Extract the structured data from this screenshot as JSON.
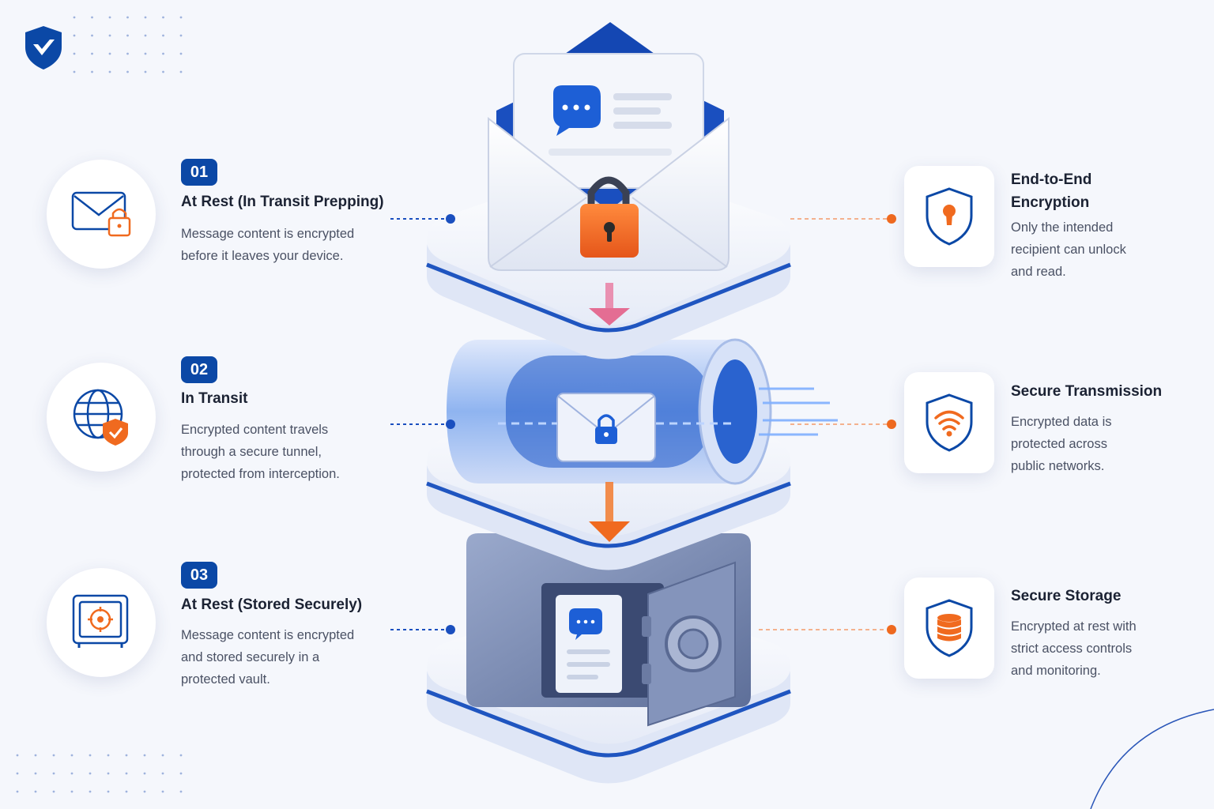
{
  "steps": [
    {
      "number": "01",
      "title": "At Rest (In Transit Prepping)",
      "desc_lines": [
        "Message content is encrypted",
        "before it leaves your device."
      ]
    },
    {
      "number": "02",
      "title": "In Transit",
      "desc_lines": [
        "Encrypted content travels",
        "through a secure tunnel,",
        "protected from interception."
      ]
    },
    {
      "number": "03",
      "title": "At Rest (Stored Securely)",
      "desc_lines": [
        "Message content is encrypted",
        "and stored securely in a",
        "protected vault."
      ]
    }
  ],
  "features": [
    {
      "title_lines": [
        "End-to-End",
        "Encryption"
      ],
      "desc_lines": [
        "Only the intended",
        "recipient can unlock",
        "and read."
      ]
    },
    {
      "title_lines": [
        "Secure Transmission"
      ],
      "desc_lines": [
        "Encrypted data is",
        "protected across",
        "public networks."
      ]
    },
    {
      "title_lines": [
        "Secure Storage"
      ],
      "desc_lines": [
        "Encrypted at rest with",
        "strict access controls",
        "and monitoring."
      ]
    }
  ],
  "colors": {
    "primary": "#0b48a6",
    "accent": "#f06a1f",
    "background": "#f5f7fc"
  },
  "icons": {
    "logo": "shield-check-logo-icon",
    "step_icons": [
      "envelope-lock-icon",
      "globe-shield-icon",
      "vault-icon"
    ],
    "feature_icons": [
      "shield-keyhole-icon",
      "shield-wifi-icon",
      "shield-database-icon"
    ]
  }
}
